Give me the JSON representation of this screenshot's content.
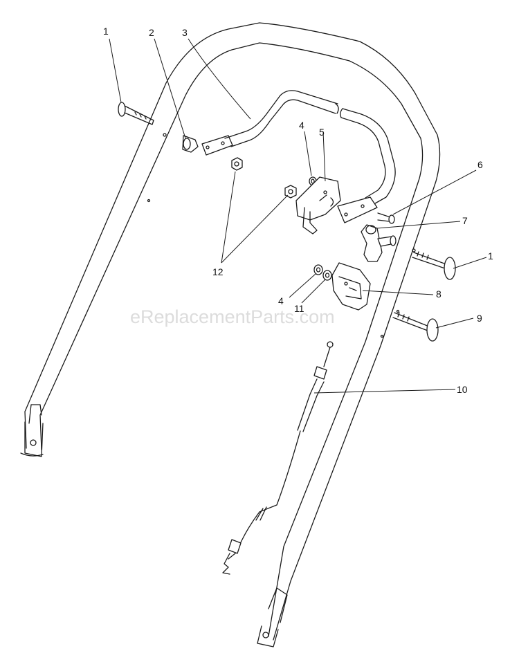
{
  "watermark": "eReplacementParts.com",
  "callouts": [
    {
      "id": "c1a",
      "label": "1"
    },
    {
      "id": "c2",
      "label": "2"
    },
    {
      "id": "c3",
      "label": "3"
    },
    {
      "id": "c4a",
      "label": "4"
    },
    {
      "id": "c5",
      "label": "5"
    },
    {
      "id": "c6",
      "label": "6"
    },
    {
      "id": "c7",
      "label": "7"
    },
    {
      "id": "c1b",
      "label": "1"
    },
    {
      "id": "c12",
      "label": "12"
    },
    {
      "id": "c8",
      "label": "8"
    },
    {
      "id": "c4b",
      "label": "4"
    },
    {
      "id": "c11",
      "label": "11"
    },
    {
      "id": "c9",
      "label": "9"
    },
    {
      "id": "c10",
      "label": "10"
    }
  ]
}
